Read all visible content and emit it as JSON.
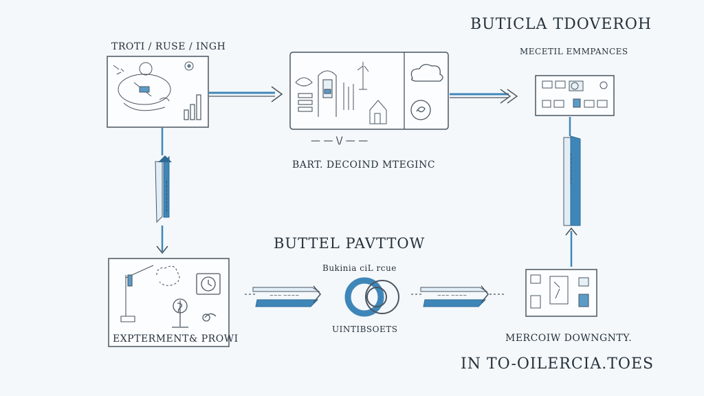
{
  "header": {
    "title": "BUTICLA TDOVEROH",
    "subtitle": "MECETIL EMMPANCES"
  },
  "nodes": {
    "top_left": {
      "label": "TROTI / RUSE / INGH"
    },
    "top_center": {
      "label": "BART. DECOIND MTEGINC",
      "connector_text": "— — \\/ — —"
    },
    "top_right": {
      "label": ""
    },
    "bottom_left": {
      "label": "EXPTERMENT& PROWI"
    },
    "center": {
      "heading": "BUTTEL PAVTTOW",
      "top_label": "Bukinia  ciL  rcue",
      "bottom_label": "UINTIBSOETS"
    },
    "bottom_right": {
      "label": "MERCOIW DOWNGNTY.",
      "footer": "IN TO-OILERCIA.TOES"
    }
  },
  "arrows": {
    "left_band_text": "~~~~~~~~",
    "right_band_text": "~~~~~~~~",
    "lower_left_text": "~~~ ~~~~",
    "lower_right_text": "~~~ ~~~~"
  },
  "colors": {
    "accent": "#3f86b8",
    "accent_light": "#7fb3d8",
    "ink": "#4a5560",
    "background": "#f4f8fb"
  }
}
